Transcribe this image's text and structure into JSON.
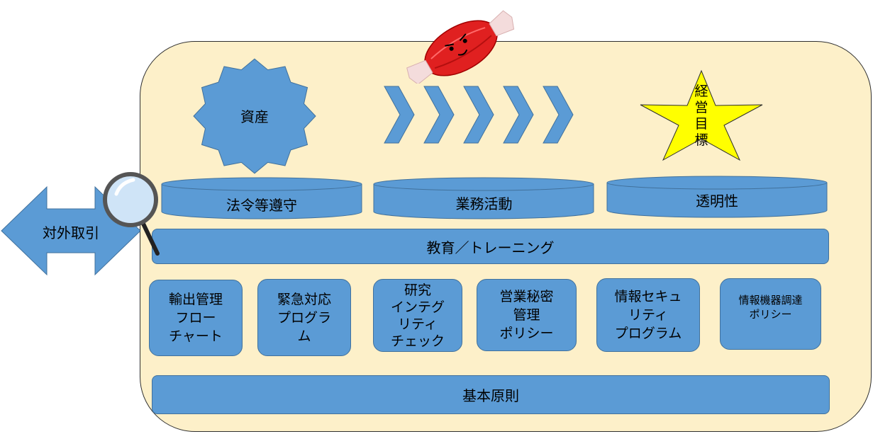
{
  "shapes": {
    "asset_label": "資産",
    "goal_label": "経\n営\n目\n標",
    "external_label": "対外取引"
  },
  "pillars": [
    "法令等遵守",
    "業務活動",
    "透明性"
  ],
  "training_label": "教育／トレーニング",
  "programs": [
    "輸出管理\nフロー\nチャート",
    "緊急対応\nプログラ\nム",
    "研究\nインテグ\nリティ\nチェック",
    "営業秘密\n管理\nポリシー",
    "情報セキュ\nリティ\nプログラム",
    "情報機器調達\nポリシー"
  ],
  "foundation_label": "基本原則",
  "colors": {
    "panel": "#fdf0c9",
    "shape_blue": "#5b9bd5",
    "shape_border": "#41719c",
    "star": "#ffff00"
  },
  "icons": [
    "muscle-mascot-icon",
    "magnifier-icon"
  ]
}
